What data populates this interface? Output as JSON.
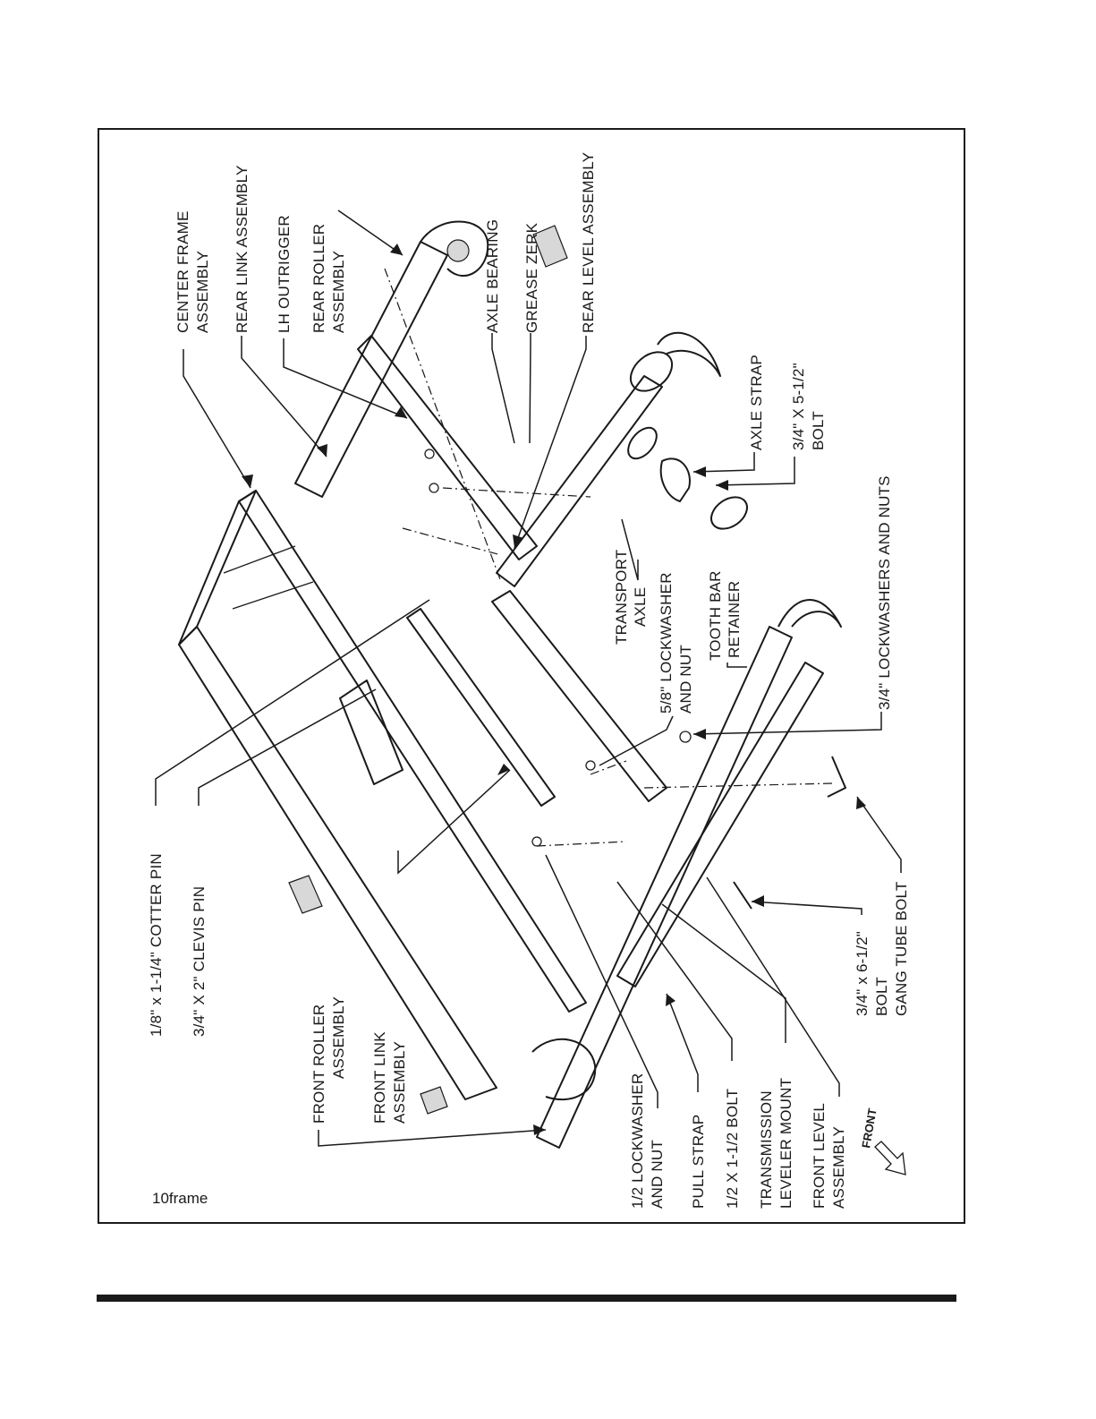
{
  "figure_code": "10frame",
  "labels": {
    "center_frame_1": "CENTER FRAME",
    "center_frame_2": "ASSEMBLY",
    "rear_link": "REAR LINK ASSEMBLY",
    "lh_outrigger": "LH OUTRIGGER",
    "rear_roller_1": "REAR ROLLER",
    "rear_roller_2": "ASSEMBLY",
    "axle_bearing": "AXLE BEARING",
    "grease_zerk": "GREASE ZERK",
    "rear_level": "REAR LEVEL ASSEMBLY",
    "axle_strap": "AXLE STRAP",
    "bolt_34x512_1": "3/4\" X 5-1/2\"",
    "bolt_34x512_2": "BOLT",
    "lockwashers_nuts_34": "3/4\" LOCKWASHERS AND NUTS",
    "transport_axle_1": "TRANSPORT",
    "transport_axle_2": "AXLE",
    "tooth_bar_1": "TOOTH BAR",
    "tooth_bar_2": "RETAINER",
    "lockwasher_58_1": "5/8\" LOCKWASHER",
    "lockwasher_58_2": "AND NUT",
    "gang_tube_bolt": "GANG TUBE BOLT",
    "bolt_34x612_1": "3/4\" x 6-1/2\"",
    "bolt_34x612_2": "BOLT",
    "cotter_pin": "1/8\" x 1-1/4\" COTTER PIN",
    "clevis_pin": "3/4\" X 2\" CLEVIS PIN",
    "front_roller_1": "FRONT ROLLER",
    "front_roller_2": "ASSEMBLY",
    "front_link_1": "FRONT LINK",
    "front_link_2": "ASSEMBLY",
    "lockwasher_12_1": "1/2 LOCKWASHER",
    "lockwasher_12_2": "AND NUT",
    "pull_strap": "PULL STRAP",
    "bolt_12": "1/2 X 1-1/2 BOLT",
    "transmission_1": "TRANSMISSION",
    "transmission_2": "LEVELER MOUNT",
    "front_level_1": "FRONT LEVEL",
    "front_level_2": "ASSEMBLY",
    "front_arrow": "FRONT"
  }
}
